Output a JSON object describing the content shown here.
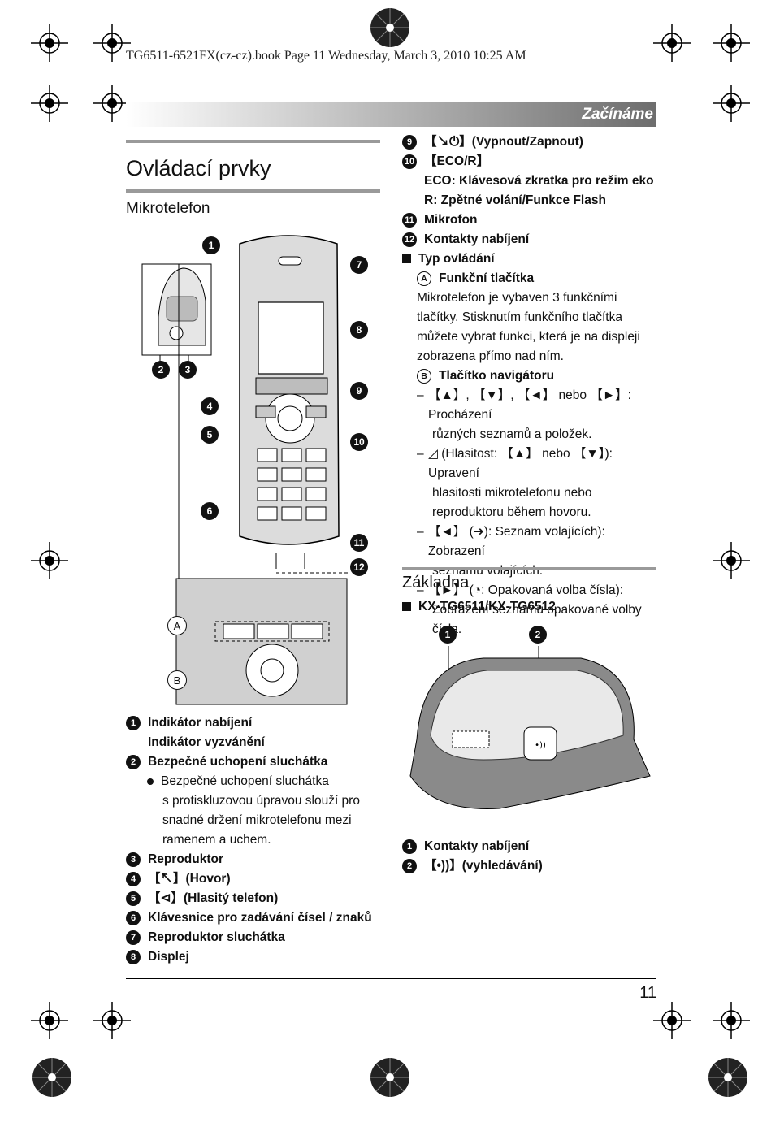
{
  "header": {
    "meta": "TG6511-6521FX(cz-cz).book  Page 11  Wednesday, March 3, 2010  10:25 AM",
    "chapter": "Začínáme"
  },
  "section": {
    "title": "Ovládací prvky",
    "subtitle": "Mikrotelefon",
    "base_title": "Základna"
  },
  "callouts": {
    "n1": "1",
    "n2": "2",
    "n3": "3",
    "n4": "4",
    "n5": "5",
    "n6": "6",
    "n7": "7",
    "n8": "8",
    "n9": "9",
    "n10": "10",
    "n11": "11",
    "n12": "12",
    "a": "A",
    "b": "B"
  },
  "left_list": [
    {
      "n": "1",
      "text": "Indikátor nabíjení"
    },
    {
      "n": "",
      "text": "Indikátor vyzvánění"
    },
    {
      "n": "2",
      "text": "Bezpečné uchopení sluchátka"
    },
    {
      "n": "3",
      "text": "Reproduktor"
    },
    {
      "n": "4",
      "text": "【↖】(Hovor)"
    },
    {
      "n": "5",
      "text": "【⊲】(Hlasitý telefon)"
    },
    {
      "n": "6",
      "text": "Klávesnice pro zadávání čísel / znaků"
    },
    {
      "n": "7",
      "text": "Reproduktor sluchátka"
    },
    {
      "n": "8",
      "text": "Displej"
    }
  ],
  "left_bullet": [
    "Bezpečné uchopení sluchátka",
    "s protiskluzovou úpravou slouží pro",
    "snadné držení mikrotelefonu mezi",
    "ramenem a uchem."
  ],
  "right_list": {
    "i9": "【↘⏻】(Vypnout/Zapnout)",
    "i10": "【ECO/R】",
    "i10a": "ECO: Klávesová zkratka pro režim eko",
    "i10b": "R: Zpětné volání/Funkce Flash",
    "i11": "Mikrofon",
    "i12": "Kontakty nabíjení",
    "typ": "Typ ovládání",
    "fA": "Funkční tlačítka",
    "fA_desc": [
      "Mikrotelefon je vybaven 3 funkčními",
      "tlačítky. Stisknutím funkčního tlačítka",
      "můžete vybrat funkci, která je na displeji",
      "zobrazena přímo nad ním."
    ],
    "fB": "Tlačítko navigátoru",
    "nav": [
      [
        "【▲】, 【▼】, 【◄】 nebo 【►】: Procházení",
        "různých seznamů a položek."
      ],
      [
        "◿ (Hlasitost: 【▲】 nebo 【▼】): Upravení",
        "hlasitosti mikrotelefonu nebo",
        "reproduktoru během hovoru."
      ],
      [
        "【◄】 (➔): Seznam volajících): Zobrazení",
        "seznamu volajících."
      ],
      [
        "【►】 (◔: Opakovaná volba čísla):",
        "Zobrazení seznamu opakované volby",
        "čísla."
      ]
    ]
  },
  "base": {
    "model": "KX-TG6511/KX-TG6512",
    "items": [
      {
        "n": "1",
        "text": "Kontakty nabíjení"
      },
      {
        "n": "2",
        "text": "【•))】(vyhledávání)"
      }
    ]
  },
  "page_number": "11"
}
